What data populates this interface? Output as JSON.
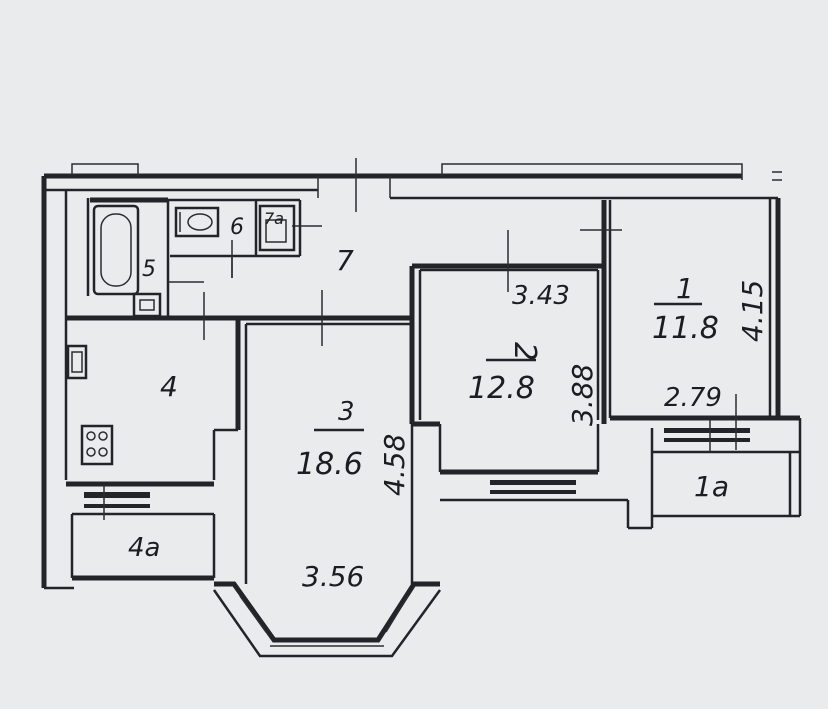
{
  "rooms": [
    {
      "id": "1",
      "number": "1",
      "area": "11.8",
      "dims": [
        "4.15",
        "2.79"
      ]
    },
    {
      "id": "1a",
      "number": "1a"
    },
    {
      "id": "2",
      "number": "2",
      "area": "12.8",
      "dims": [
        "3.43",
        "3.88"
      ]
    },
    {
      "id": "3",
      "number": "3",
      "area": "18.6",
      "dims": [
        "4.58",
        "3.56"
      ]
    },
    {
      "id": "4",
      "number": "4"
    },
    {
      "id": "4a",
      "number": "4a"
    },
    {
      "id": "5",
      "number": "5"
    },
    {
      "id": "6",
      "number": "6"
    },
    {
      "id": "7",
      "number": "7"
    },
    {
      "id": "7a",
      "number": "7a"
    }
  ],
  "colors": {
    "paper": "#e9ebec",
    "ink": "#22242a"
  },
  "fixtures": [
    "bathtub",
    "toilet",
    "washbasin",
    "kitchen-sink",
    "stove"
  ]
}
